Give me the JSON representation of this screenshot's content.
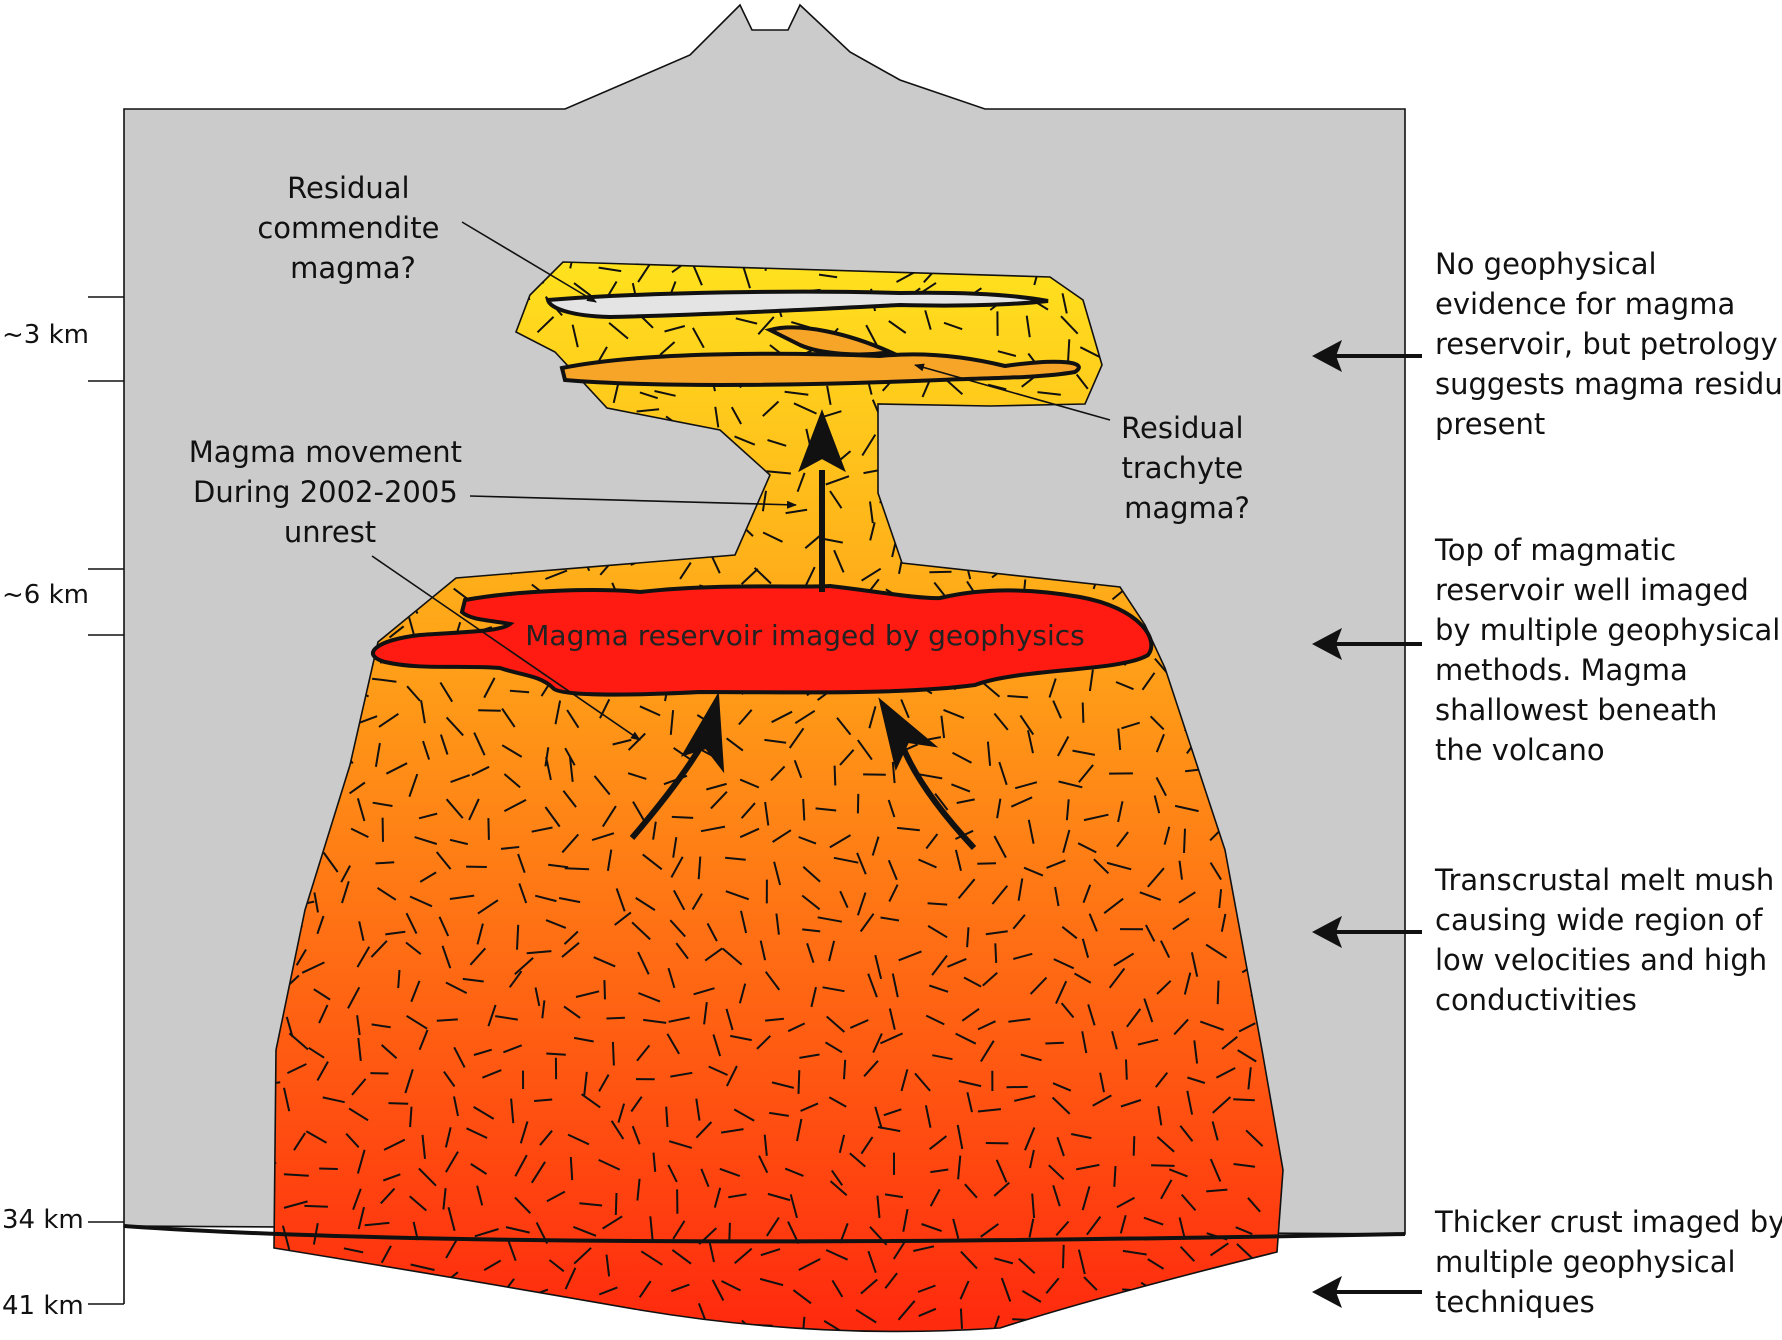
{
  "depth_labels": [
    "~3 km",
    "~6 km",
    "34 km",
    "41 km"
  ],
  "inner_labels": {
    "commendite": [
      "Residual",
      "commendite",
      "magma?"
    ],
    "trachyte": [
      "Residual",
      "trachyte",
      "magma?"
    ],
    "movement": [
      "Magma movement",
      "During 2002-2005",
      "unrest"
    ],
    "reservoir": "Magma reservoir imaged by geophysics"
  },
  "right_annotations": [
    [
      "No geophysical",
      "evidence for magma",
      "reservoir, but petrology",
      "suggests magma residue",
      "present"
    ],
    [
      "Top of magmatic",
      "reservoir well imaged",
      "by multiple geophysical",
      "methods. Magma",
      "shallowest beneath",
      "the volcano"
    ],
    [
      "Transcrustal melt mush",
      "causing wide region of",
      "low velocities and high",
      "conductivities"
    ],
    [
      "Thicker crust imaged by",
      "multiple geophysical",
      "techniques"
    ]
  ],
  "colors": {
    "crust": "#cbcbcb",
    "mush_top": "#ffe21e",
    "mush_mid": "#ffa018",
    "mush_bottom": "#ff2b0e",
    "reservoir": "#ff1a12",
    "trachyte": "#f7a528",
    "commendite": "#e4e4e4"
  }
}
